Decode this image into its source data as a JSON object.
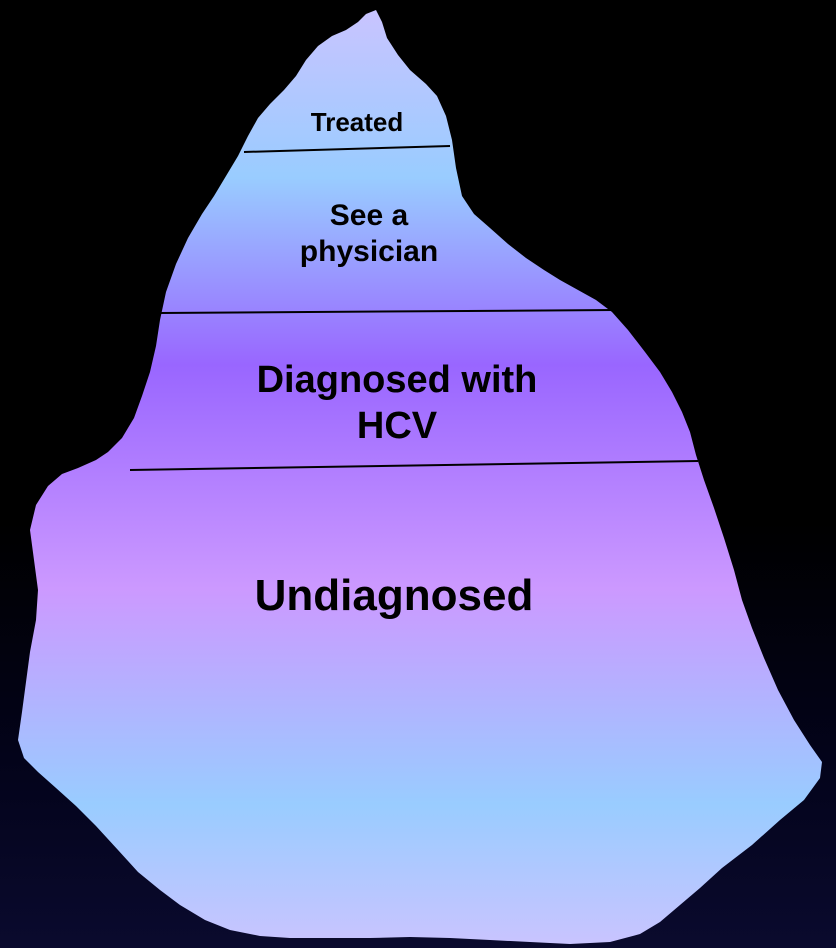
{
  "diagram": {
    "type": "iceberg",
    "layers": [
      {
        "id": "treated",
        "lines": [
          "Treated"
        ]
      },
      {
        "id": "physician",
        "lines": [
          "See a",
          "physician"
        ]
      },
      {
        "id": "diagnosed",
        "lines": [
          "Diagnosed with",
          "HCV"
        ]
      },
      {
        "id": "undiagnosed",
        "lines": [
          "Undiagnosed"
        ]
      }
    ]
  },
  "colors": {
    "background": "#000000",
    "background_bottom": "#0a0a2e",
    "iceberg_light_blue": "#99ccff",
    "iceberg_periwinkle": "#c9c4ff",
    "iceberg_purple": "#9966ff",
    "iceberg_lavender": "#cc99ff",
    "divider": "#000000",
    "text": "#000000"
  }
}
